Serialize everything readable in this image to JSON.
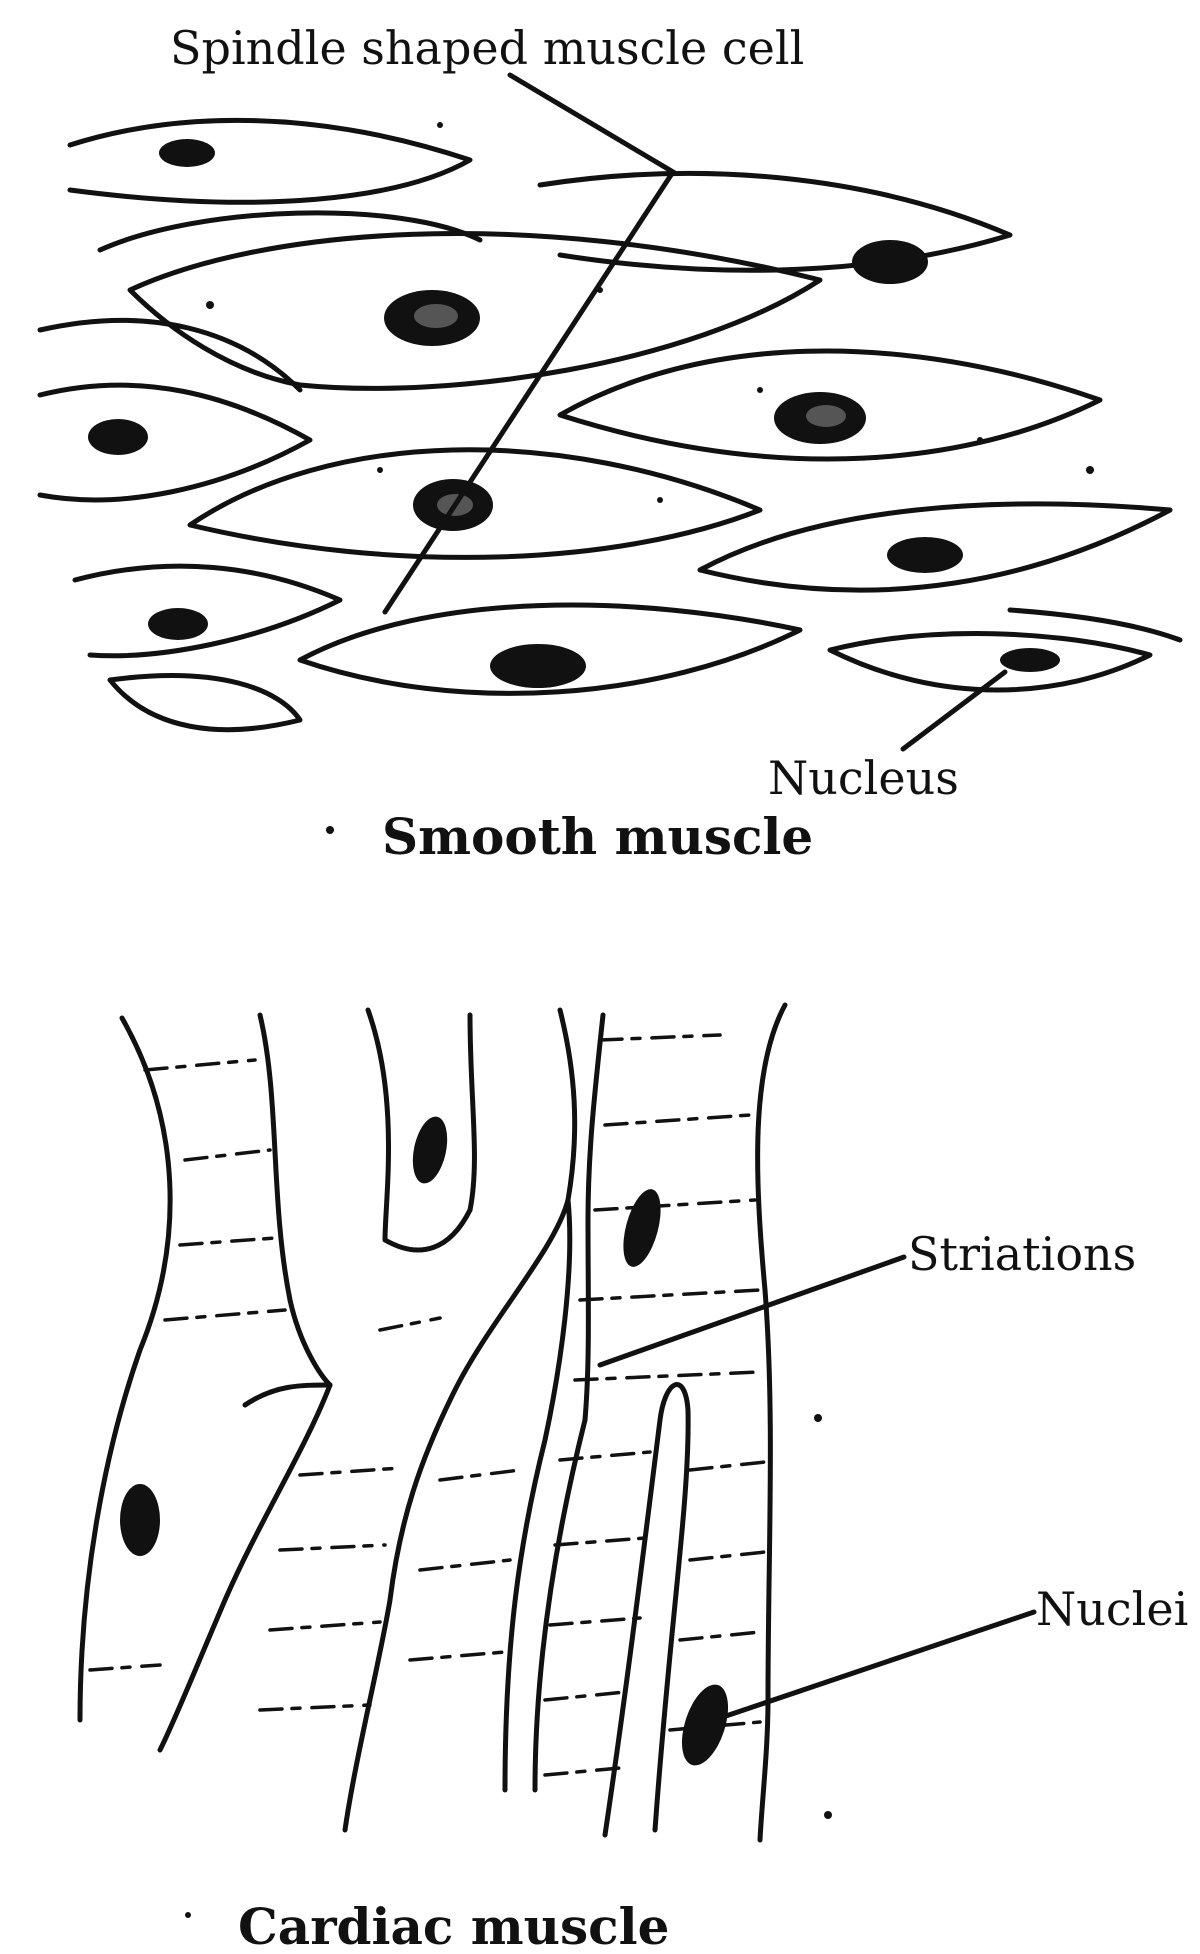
{
  "smooth_muscle": {
    "title": "Smooth muscle",
    "labels": {
      "spindle": "Spindle shaped muscle cell",
      "nucleus": "Nucleus"
    }
  },
  "cardiac_muscle": {
    "title": "Cardiac muscle",
    "labels": {
      "striations": "Striations",
      "nuclei": "Nuclei"
    }
  }
}
